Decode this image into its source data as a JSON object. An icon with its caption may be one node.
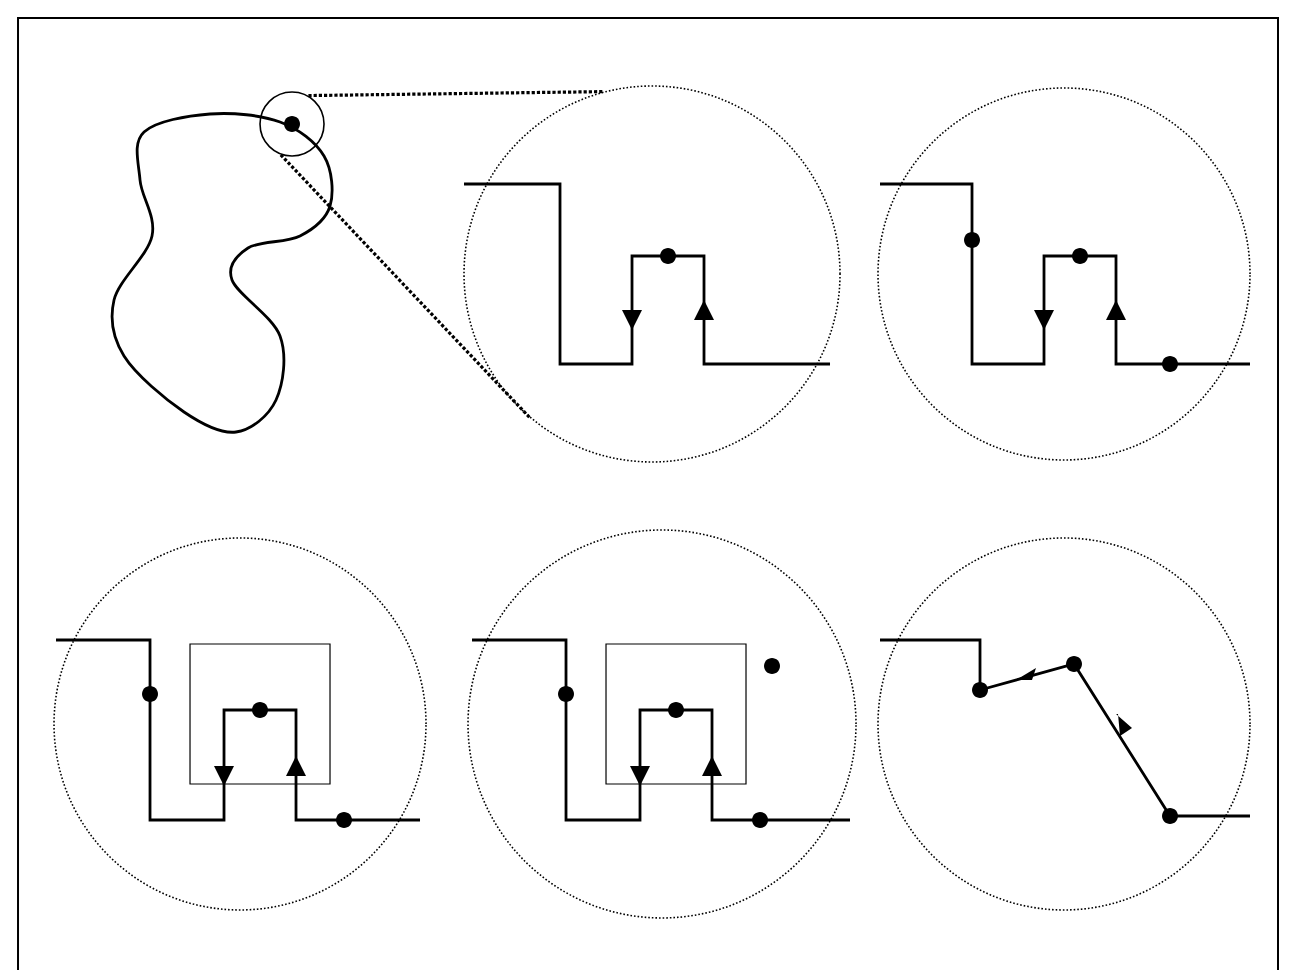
{
  "diagram": {
    "nodes": [
      {
        "text": [],
        "shape": "circle"
      },
      {
        "text": [],
        "shape": "circle"
      },
      {
        "text": [],
        "shape": "circle"
      },
      {
        "text": [],
        "shape": "circle"
      },
      {
        "text": [],
        "shape": "circle"
      },
      {
        "text": [],
        "shape": "circle"
      }
    ],
    "edges": [
      {
        "from": 0,
        "to": 1,
        "arrow": "none",
        "style": "dashed"
      },
      {
        "from": 0,
        "to": 1,
        "arrow": "none",
        "style": "dashed"
      }
    ]
  }
}
